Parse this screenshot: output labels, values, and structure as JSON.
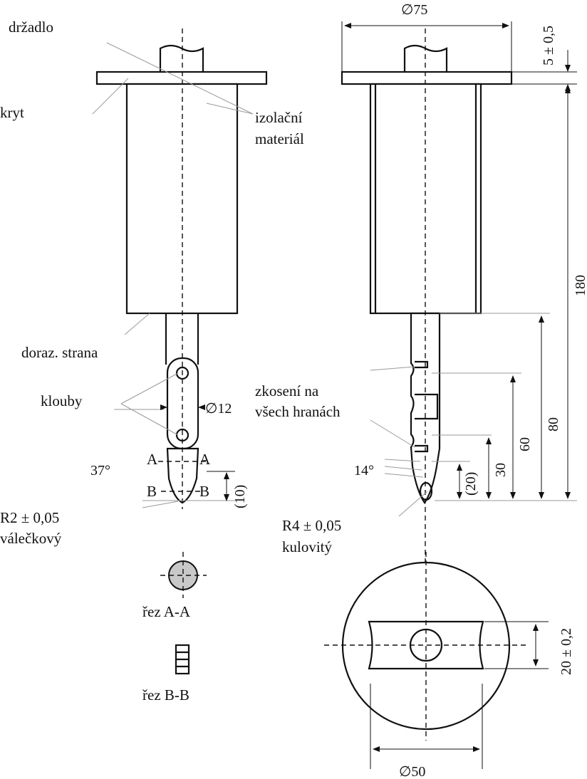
{
  "labels": {
    "handle": "držadlo",
    "cover": "kryt",
    "insulation_1": "izolační",
    "insulation_2": "materiál",
    "stop_face": "doraz. strana",
    "joints": "klouby",
    "chamfer_1": "zkosení na",
    "chamfer_2": "všech hranách",
    "radius_cyl_1": "R2 ± 0,05",
    "radius_cyl_2": "válečkový",
    "radius_sph_1": "R4 ± 0,05",
    "radius_sph_2": "kulovitý",
    "section_aa": "řez A-A",
    "section_bb": "řez B-B",
    "cut_a_left": "A",
    "cut_a_right": "A",
    "cut_b_left": "B",
    "cut_b_right": "B"
  },
  "dimensions": {
    "diameter_75": "∅75",
    "thickness_5": "5 ± 0,5",
    "length_180": "180",
    "length_80": "80",
    "length_60": "60",
    "length_30": "30",
    "length_20_ref": "(20)",
    "length_10_ref": "(10)",
    "diameter_12": "∅12",
    "angle_37": "37°",
    "angle_14": "14°",
    "width_20": "20 ± 0,2",
    "diameter_50": "∅50"
  },
  "colors": {
    "line": "#111111",
    "leader": "#9a9a9a",
    "section_fill": "#c8c8c8"
  }
}
